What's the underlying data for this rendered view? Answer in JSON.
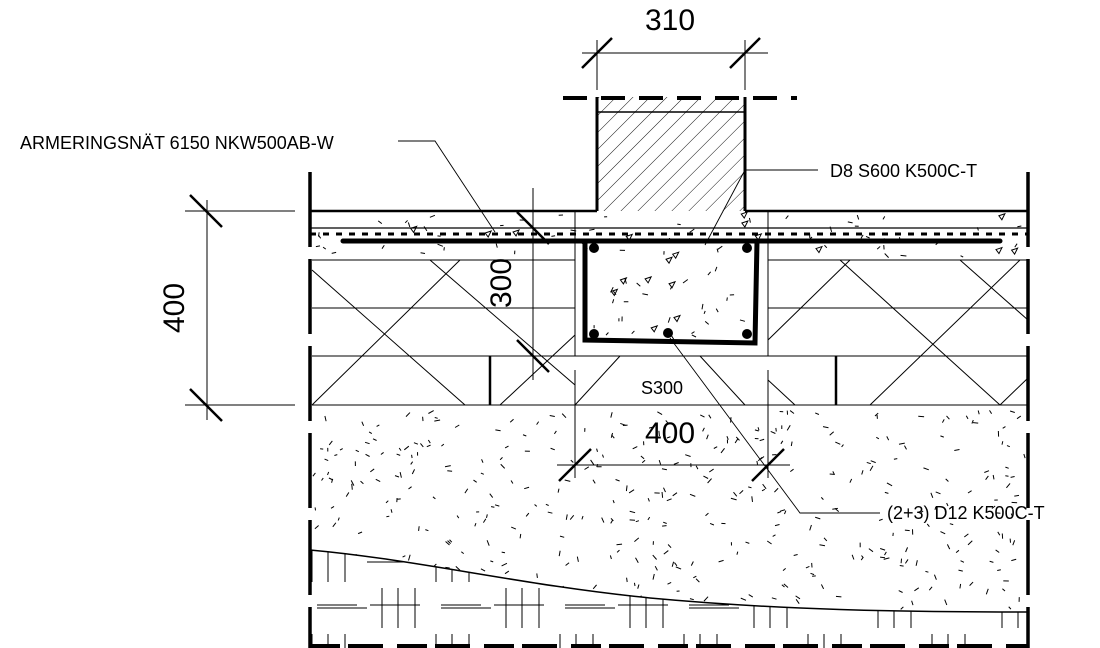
{
  "drawing": {
    "dimensions": {
      "wall_width": "310",
      "slab_total_height": "400",
      "beam_depth": "300",
      "beam_width": "400"
    },
    "labels": {
      "mesh": "ARMERINGSNÄT 6150 NKW500AB-W",
      "stirrup": "D8 S600 K500C-T",
      "stirrup_spacing": "S300",
      "main_bars": "(2+3) D12 K500C-T"
    },
    "colors": {
      "line": "#000000",
      "background": "#ffffff"
    }
  }
}
